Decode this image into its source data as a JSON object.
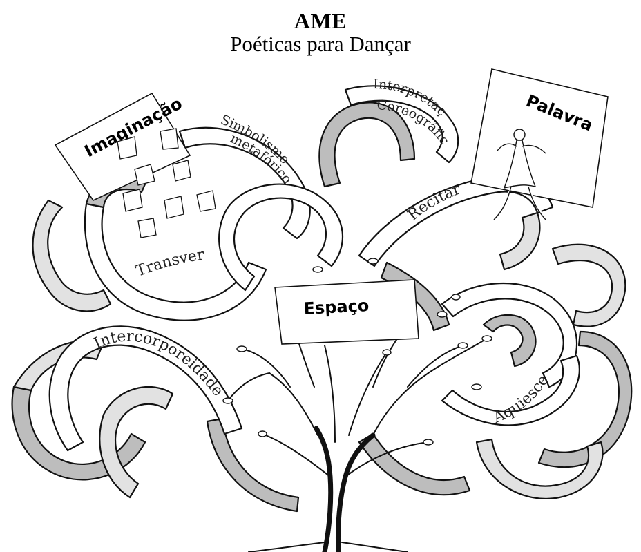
{
  "header": {
    "title": "AME",
    "subtitle": "Poéticas para Dançar"
  },
  "signs": {
    "imaginacao": "Imaginação",
    "palavra": "Palavra",
    "espaco": "Espaço"
  },
  "ribbons": {
    "simbolismo_1": "Simbolismo",
    "simbolismo_2": "metafórico",
    "interpretacao_1": "Interpretação",
    "interpretacao_2": "Coreográfica",
    "recitar": "Recitar",
    "transver": "Transver",
    "intercorporeidade": "Intercorporeidade",
    "aquiescer": "Aquiescer"
  },
  "colors": {
    "ribbon_fill": "#ffffff",
    "ribbon_shade": "#bdbdbd",
    "ribbon_light": "#e2e2e2",
    "stroke": "#111111"
  }
}
